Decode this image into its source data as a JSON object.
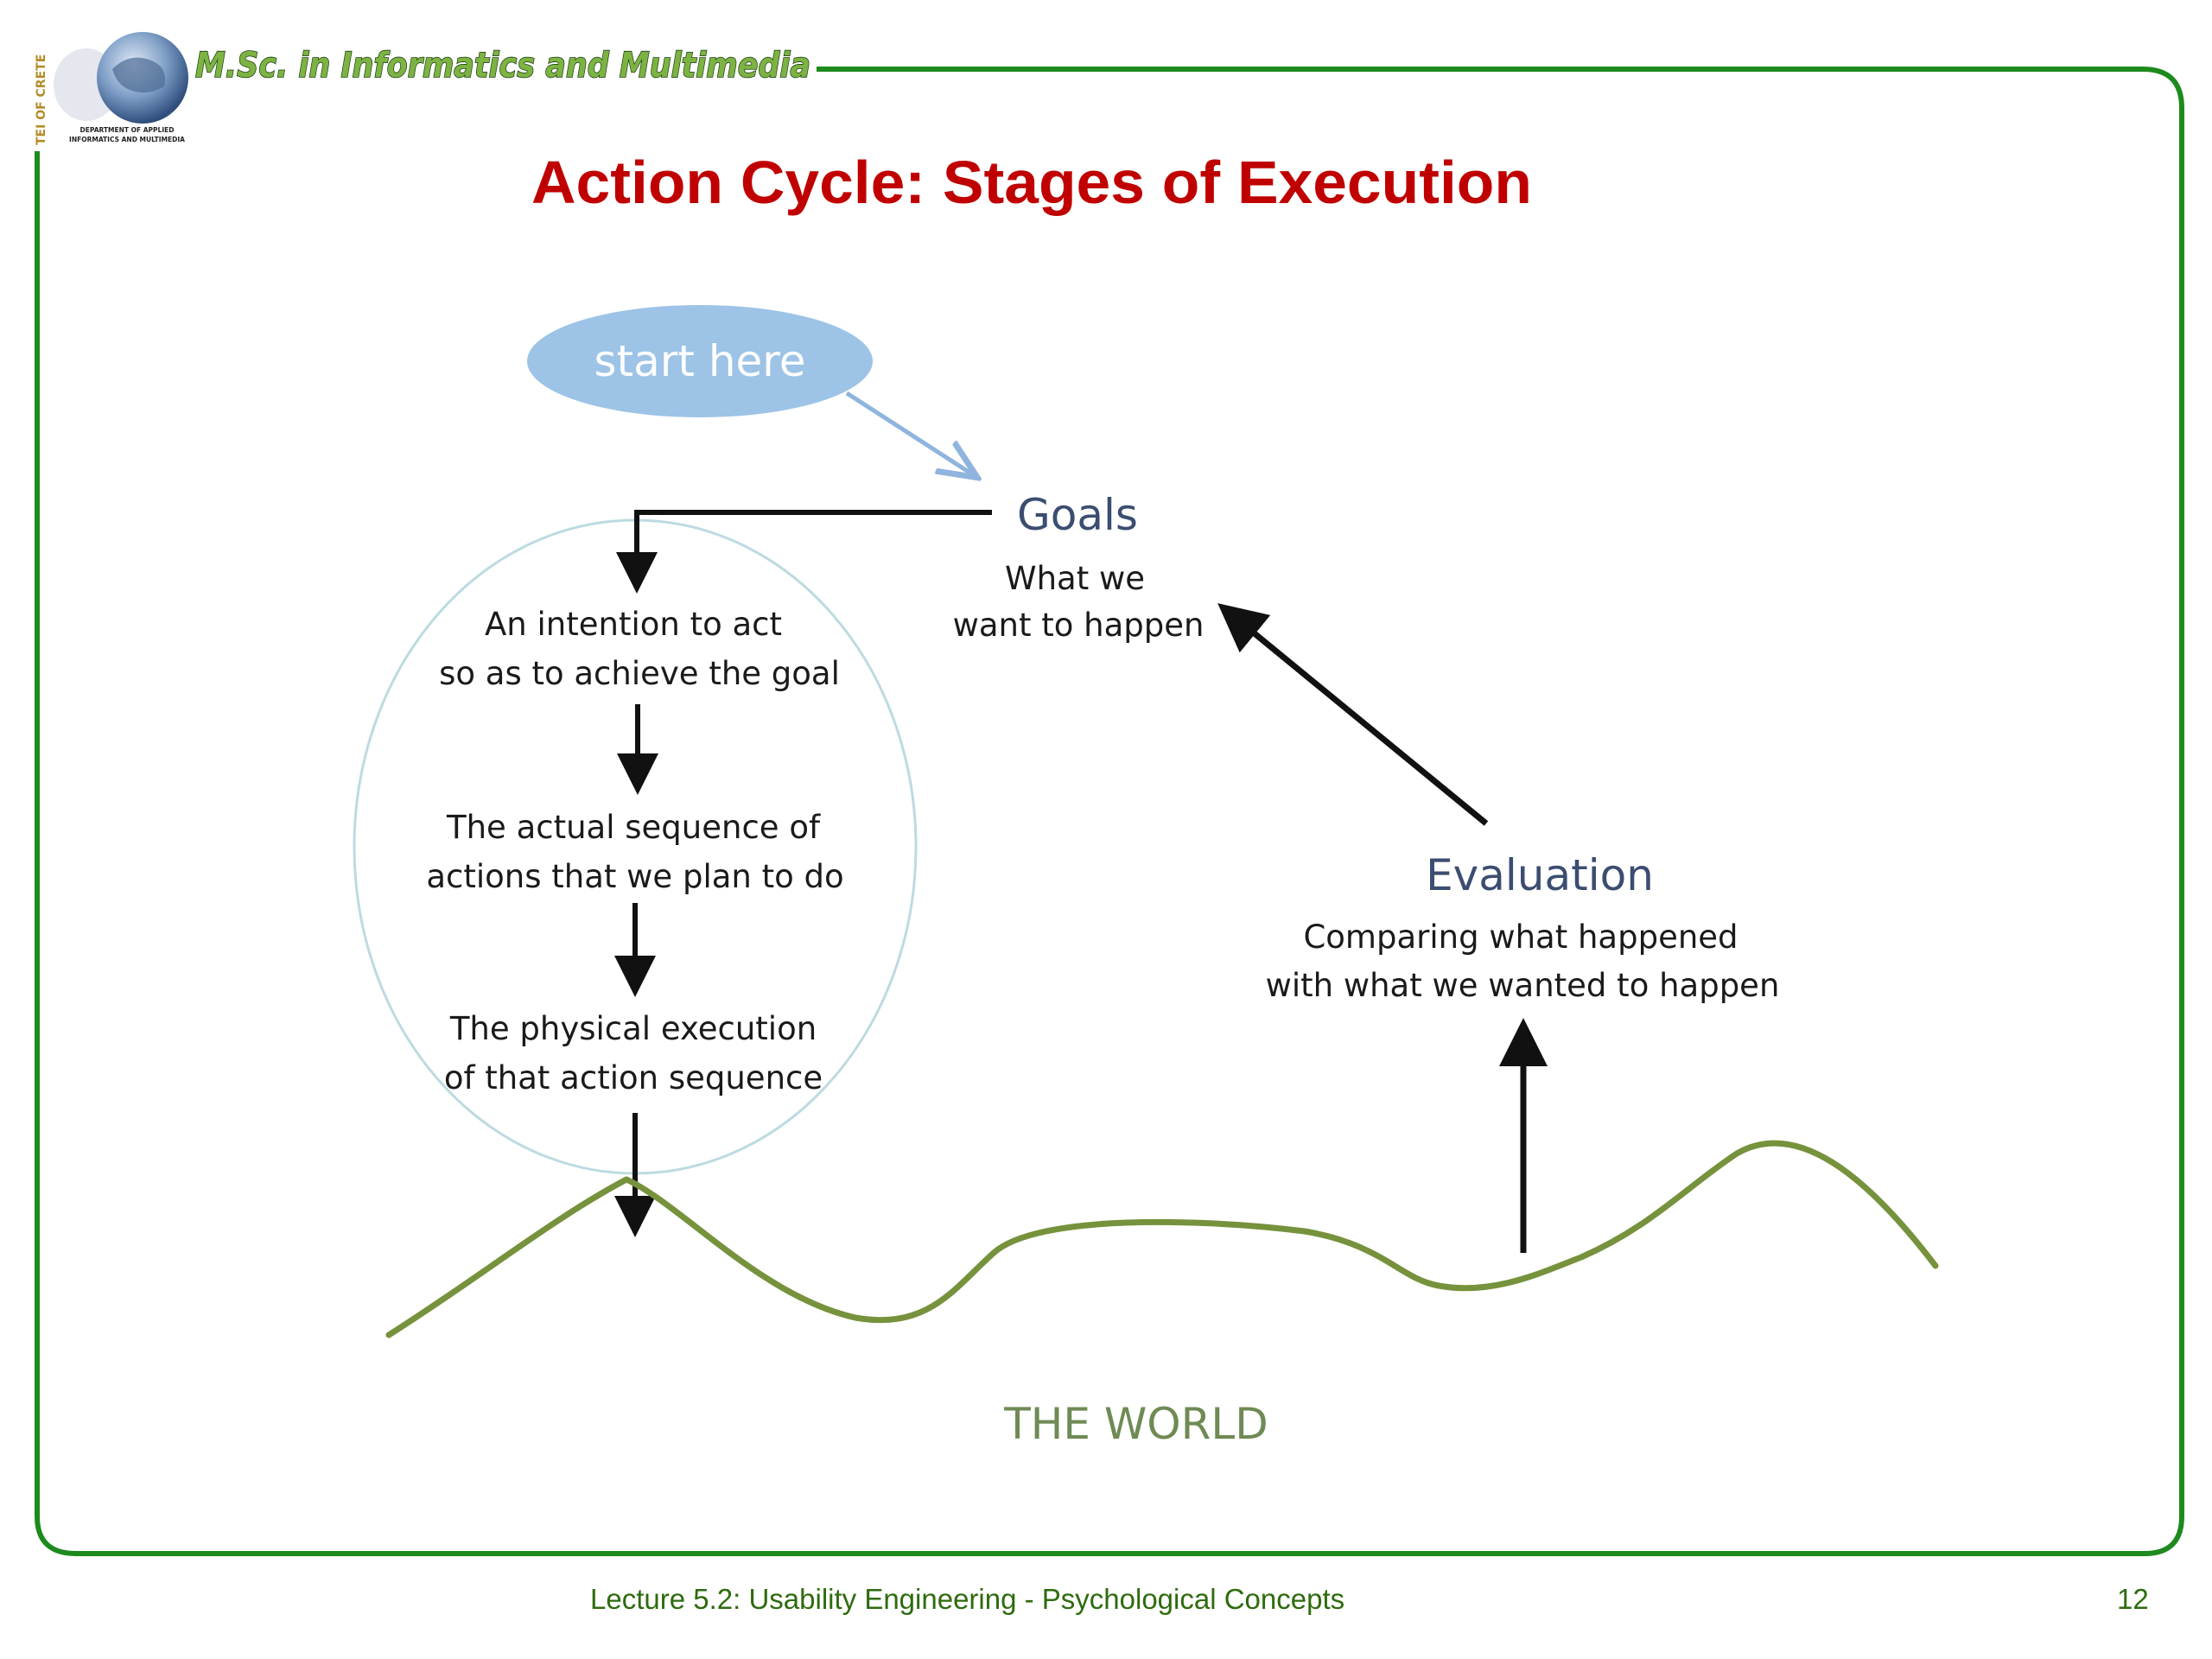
{
  "header": {
    "program_title": "M.Sc. in Informatics and Multimedia",
    "institution_vertical": "TEI OF CRETE",
    "logo_caption_line1": "DEPARTMENT OF APPLIED",
    "logo_caption_line2": "INFORMATICS AND MULTIMEDIA"
  },
  "slide": {
    "title": "Action Cycle: Stages of Execution"
  },
  "diagram": {
    "start_bubble": "start here",
    "goals": {
      "heading": "Goals",
      "line1": "What we",
      "line2": "want to happen"
    },
    "intention": {
      "line1": "An intention to act",
      "line2": "so as to achieve the goal"
    },
    "action_sequence": {
      "line1": "The actual sequence of",
      "line2": "actions that we plan to do"
    },
    "execution": {
      "line1": "The physical execution",
      "line2": "of that action sequence"
    },
    "evaluation": {
      "heading": "Evaluation",
      "line1": "Comparing what happened",
      "line2": "with what we wanted to happen"
    },
    "world_label": "THE WORLD"
  },
  "footer": {
    "lecture": "Lecture 5.2:  Usability Engineering - Psychological Concepts",
    "page_number": "12"
  },
  "colors": {
    "frame_green": "#1d8a1d",
    "title_red": "#c00000",
    "bubble_blue": "#9dc3e6",
    "world_line": "#76923c",
    "ellipse_outline": "#bcdbe0",
    "heading_blue": "#3b4d70"
  }
}
